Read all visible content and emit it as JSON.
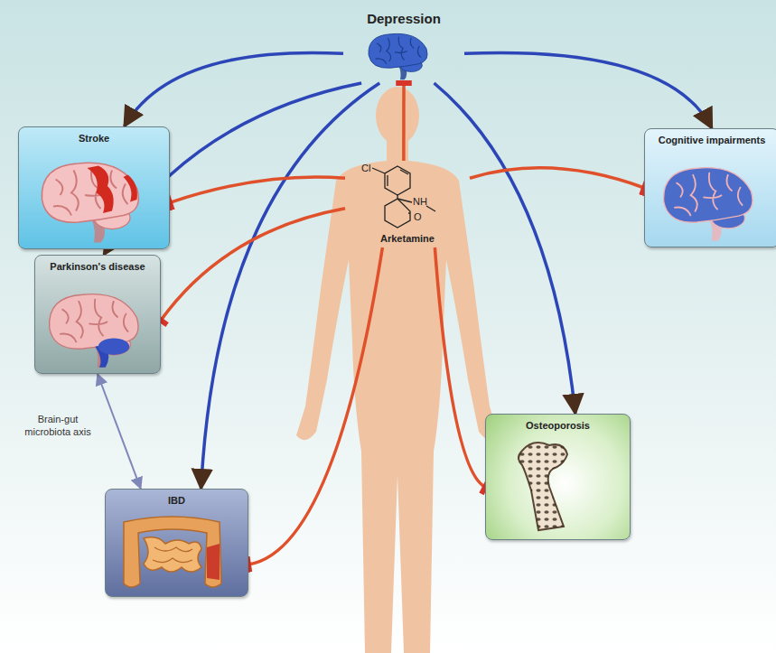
{
  "diagram": {
    "nodes": [
      {
        "text": [
          "Depression"
        ]
      },
      {
        "text": [
          "Stroke"
        ]
      },
      {
        "text": [
          "Cognitive impairments"
        ]
      },
      {
        "text": [
          "Parkinson's disease"
        ]
      },
      {
        "text": [
          "IBD"
        ]
      },
      {
        "text": [
          "Osteoporosis"
        ]
      },
      {
        "text": [
          "Arketamine"
        ]
      }
    ],
    "edges": [
      {
        "from": 0,
        "to": 1,
        "arrow": "to"
      },
      {
        "from": 0,
        "to": 2,
        "arrow": "to"
      },
      {
        "from": 0,
        "to": 3,
        "arrow": "to"
      },
      {
        "from": 0,
        "to": 4,
        "arrow": "to"
      },
      {
        "from": 0,
        "to": 5,
        "arrow": "to"
      },
      {
        "from": 6,
        "to": 0,
        "arrow": "to"
      },
      {
        "from": 6,
        "to": 1,
        "arrow": "to"
      },
      {
        "from": 6,
        "to": 2,
        "arrow": "to"
      },
      {
        "from": 6,
        "to": 3,
        "arrow": "to"
      },
      {
        "from": 6,
        "to": 4,
        "arrow": "to"
      },
      {
        "from": 6,
        "to": 5,
        "arrow": "to"
      },
      {
        "from": 3,
        "to": 4,
        "label": "Brain-gut microbiota axis",
        "arrow": "both"
      }
    ],
    "labels": [
      "Cl",
      "NH",
      "O"
    ]
  }
}
